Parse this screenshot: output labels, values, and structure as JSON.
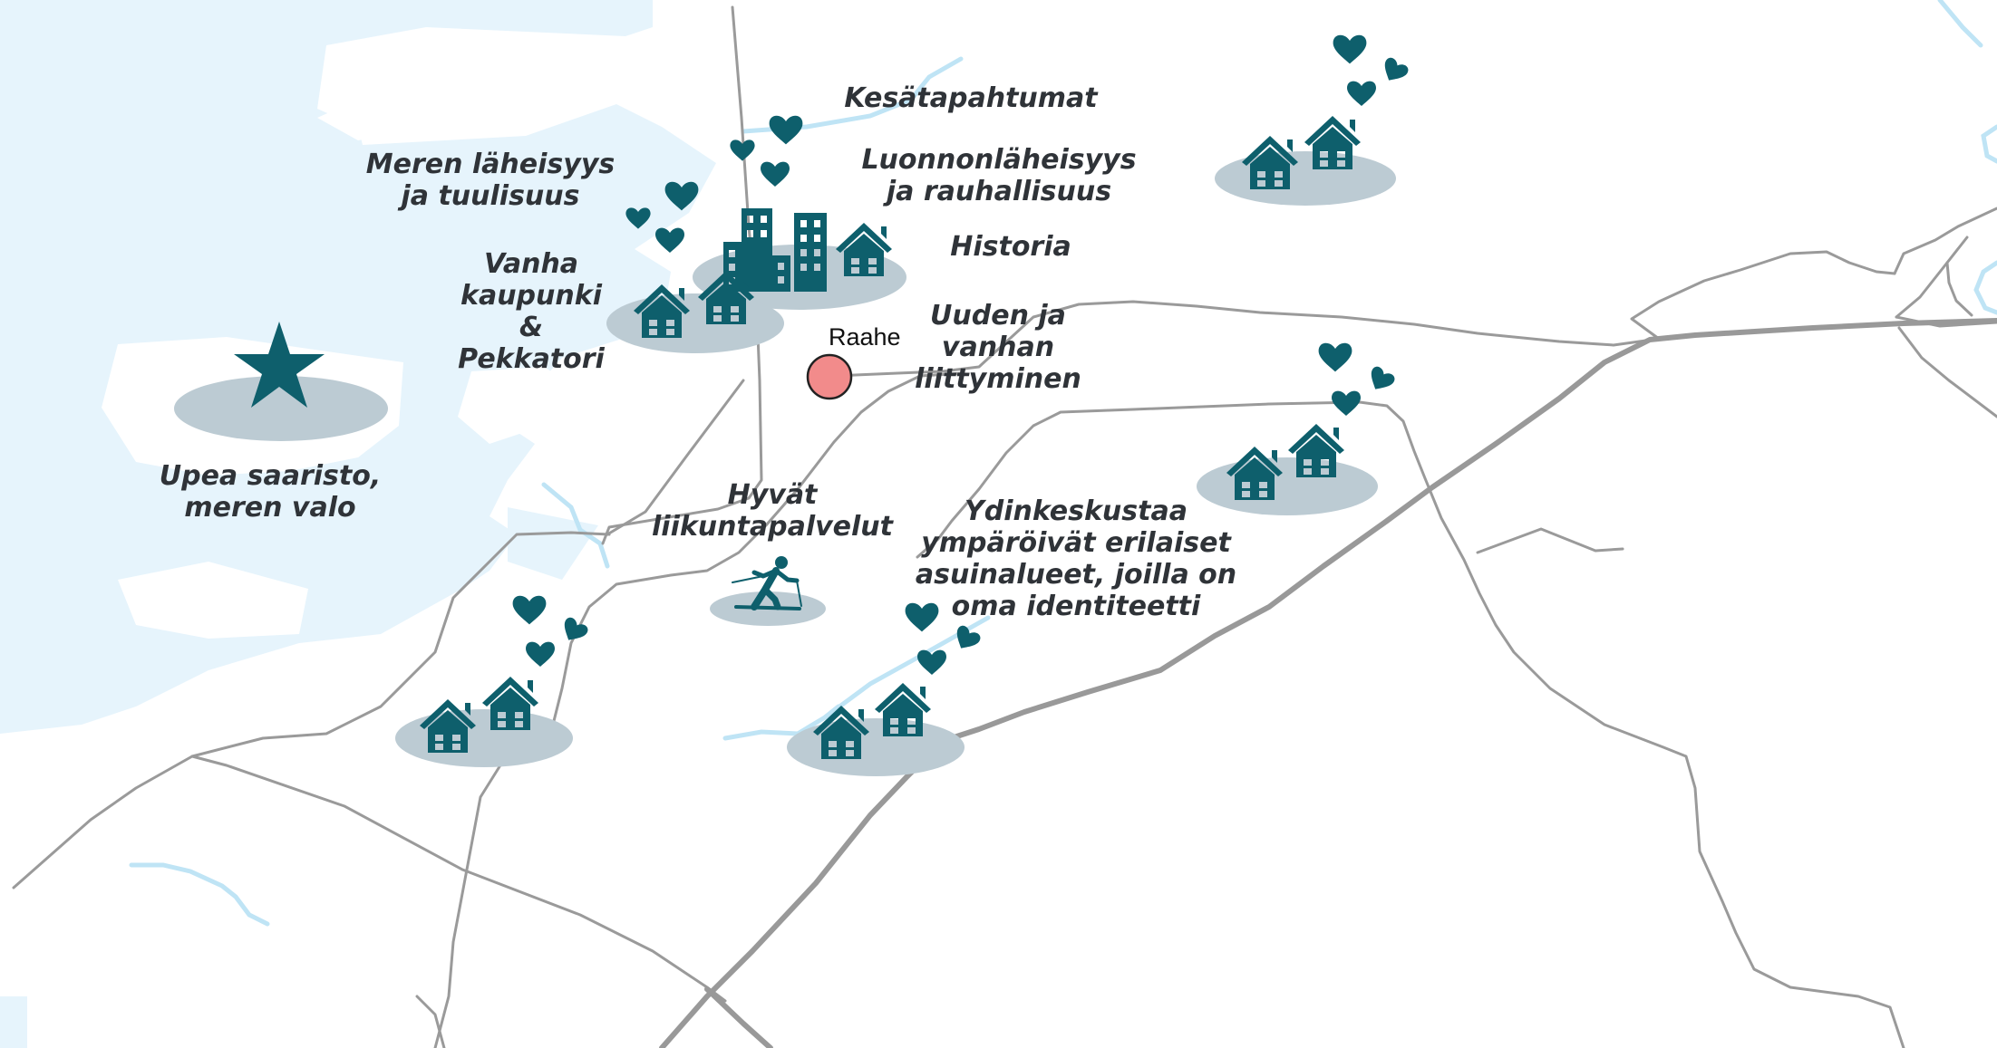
{
  "map": {
    "city": {
      "name": "Raahe",
      "marker_color": "#f28b8b"
    },
    "colors": {
      "sea": "#e6f4fc",
      "land": "#ffffff",
      "road_minor": "#9a9a9a",
      "road_major": "#999999",
      "icon": "#0e5f6c",
      "ellipse": "#bccbd3",
      "river": "#bfe4f5"
    },
    "labels": [
      {
        "id": "kesatapahtumat",
        "lines": [
          "Kesätapahtumat"
        ]
      },
      {
        "id": "meren-laheisyys",
        "lines": [
          "Meren läheisyys",
          "ja tuulisuus"
        ]
      },
      {
        "id": "luonnonlaheisyys",
        "lines": [
          "Luonnonläheisyys",
          "ja rauhallisuus"
        ]
      },
      {
        "id": "historia",
        "lines": [
          "Historia"
        ]
      },
      {
        "id": "vanha-kaupunki",
        "lines": [
          "Vanha",
          "kaupunki",
          "&",
          "Pekkatori"
        ]
      },
      {
        "id": "uuden-ja-vanhan",
        "lines": [
          "Uuden ja",
          "vanhan",
          "liittyminen"
        ]
      },
      {
        "id": "upea-saaristo",
        "lines": [
          "Upea saaristo,",
          "meren valo"
        ]
      },
      {
        "id": "hyvat-liikuntapalvelut",
        "lines": [
          "Hyvät",
          "liikuntapalvelut"
        ]
      },
      {
        "id": "ydinkeskustaa",
        "lines": [
          "Ydinkeskustaa",
          "ympäröivät erilaiset",
          "asuinalueet, joilla on",
          "oma identiteetti"
        ]
      }
    ],
    "icons": {
      "star": "star-icon",
      "heart": "heart-icon",
      "house": "house-icon",
      "building": "apartment-building-icon",
      "skier": "cross-country-skier-icon",
      "city_marker": "city-marker-icon"
    }
  }
}
